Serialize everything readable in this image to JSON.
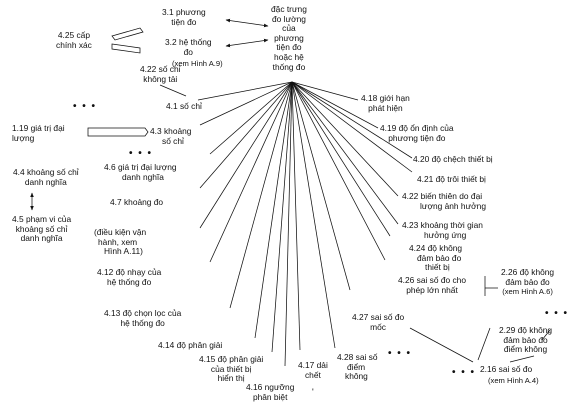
{
  "labels": {
    "n3_1": [
      "3.1 phương",
      "tiện đo"
    ],
    "n3_2": [
      "3.2 hệ thống",
      "đo"
    ],
    "n3_2_ref": "(xem Hình A.9)",
    "n4_25": [
      "4.25 cấp",
      "chính xác"
    ],
    "center": [
      "đặc trưng",
      "đo lường",
      "của",
      "phương",
      "tiện đo",
      "hoặc hệ",
      "thống đo"
    ],
    "n4_22": [
      "4.22 số chỉ",
      "không tải"
    ],
    "n4_1": "4.1 số chỉ",
    "n1_19": [
      "1.19 giá trị đại",
      "lượng"
    ],
    "n4_3": [
      "4.3 khoảng",
      "số chỉ"
    ],
    "n4_6": [
      "4.6 giá trị đại lượng",
      "danh nghĩa"
    ],
    "n4_4": [
      "4.4 khoảng số chỉ",
      "danh nghĩa"
    ],
    "n4_5": [
      "4.5 phạm vi của",
      "khoảng số chỉ",
      "danh nghĩa"
    ],
    "n4_7": "4.7 khoảng đo",
    "conditions": [
      "(điều kiện vận",
      "hành,  xem",
      "Hình A.11)"
    ],
    "n4_12": [
      "4.12 độ nhạy của",
      "hệ thống đo"
    ],
    "n4_13": [
      "4.13 độ chọn lọc của",
      "hệ thống đo"
    ],
    "n4_14": "4.14 độ phân giải",
    "n4_15": [
      "4.15 độ phân giải",
      "của thiết bị",
      "hiển thị"
    ],
    "n4_16": [
      "4.16 ngưỡng",
      "phân biệt"
    ],
    "n4_17": [
      "4.17 dải",
      "chết"
    ],
    "n4_28": [
      "4.28 sai số",
      "điểm",
      "không"
    ],
    "n4_27": [
      "4.27 sai số đo",
      "mốc"
    ],
    "n4_26": [
      "4.26 sai số đo cho",
      "phép lớn nhất"
    ],
    "n4_24": [
      "4.24 độ không",
      "đảm bảo đo",
      "thiết bị"
    ],
    "n4_23": [
      "4.23 khoảng thời gian",
      "hưởng ứng"
    ],
    "n4_22b": [
      "4.22 biến thiên do đại",
      "lượng ảnh hưởng"
    ],
    "n4_21": "4.21 độ trôi thiết bị",
    "n4_20": "4.20 độ chệch thiết bị",
    "n4_19": [
      "4.19 độ ổn định của",
      "phương tiện đo"
    ],
    "n4_18": [
      "4.18 giới hạn",
      "phát hiện"
    ],
    "n2_26": [
      "2.26 độ không",
      "đảm bảo đo",
      "(xem Hình A.6)"
    ],
    "n2_29": [
      "2.29 độ không",
      "đảm bảo đo",
      "điểm không"
    ],
    "n2_16": "2.16 sai số đo",
    "n2_16_ref": "(xem Hình A.4)"
  },
  "ellipsis": "• • •"
}
